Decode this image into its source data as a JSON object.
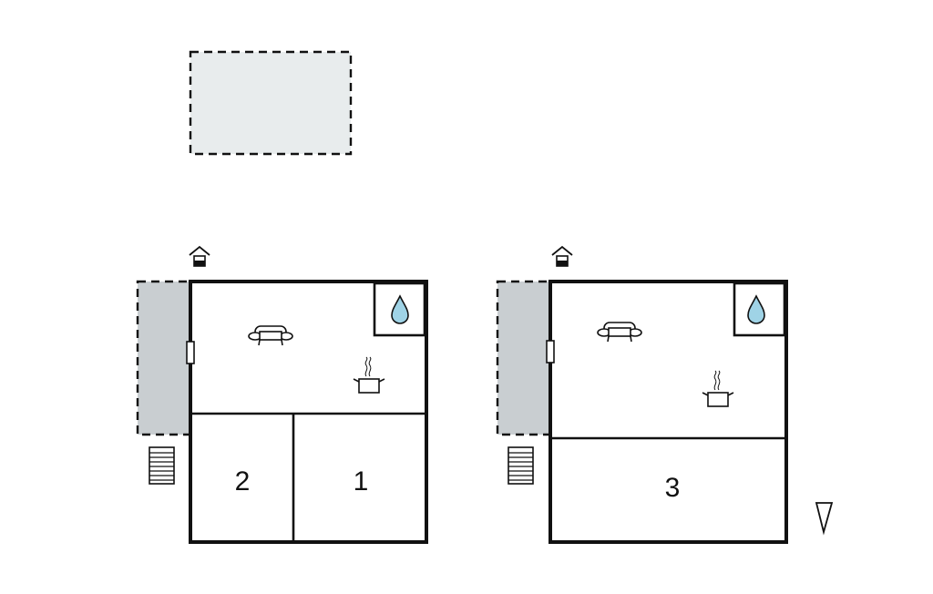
{
  "floor_plan_a": {
    "rooms": [
      {
        "label": "2",
        "kind": "bedroom"
      },
      {
        "label": "1",
        "kind": "bedroom"
      }
    ],
    "icons": [
      "entrance-icon",
      "sofa-icon",
      "cooking-pot-icon",
      "water-drop-icon",
      "stairs-icon",
      "terrace-area"
    ]
  },
  "floor_plan_b": {
    "rooms": [
      {
        "label": "3",
        "kind": "bedroom"
      }
    ],
    "icons": [
      "entrance-icon",
      "sofa-icon",
      "cooking-pot-icon",
      "water-drop-icon",
      "stairs-icon",
      "terrace-area"
    ]
  },
  "extras": {
    "icons": [
      "outdoor-area",
      "north-arrow-icon"
    ]
  },
  "colors": {
    "wall": "#111111",
    "terrace_fill": "#c9ced1",
    "outdoor_fill": "#e8eced",
    "water": "#9fd3e6"
  }
}
